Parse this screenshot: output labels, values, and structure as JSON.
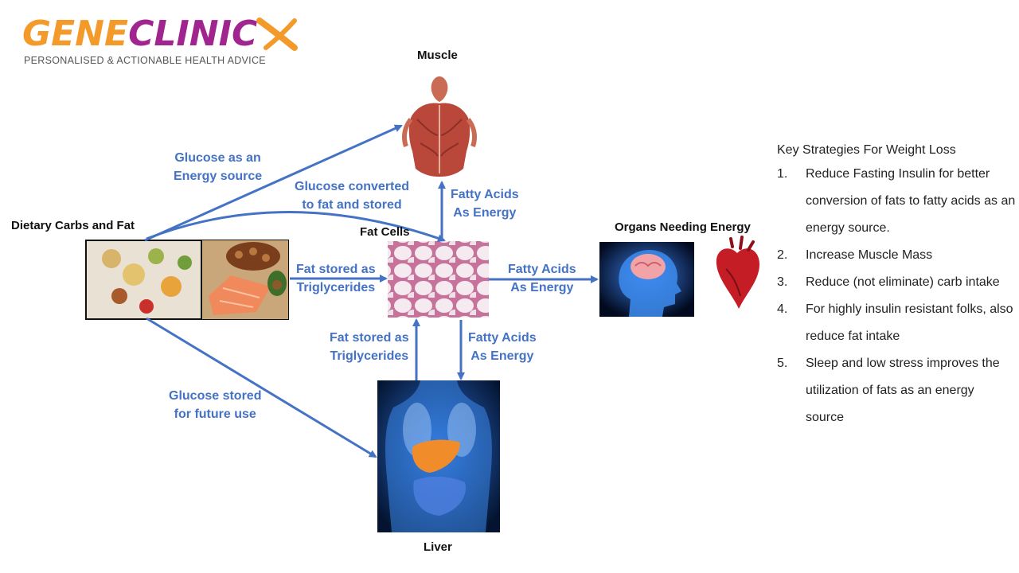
{
  "logo": {
    "gene": "GENE",
    "clinic": "CLINIC",
    "tagline": "PERSONALISED & ACTIONABLE HEALTH ADVICE"
  },
  "nodes": {
    "muscle": "Muscle",
    "dietary": "Dietary Carbs and Fat",
    "fat_cells": "Fat Cells",
    "organs": "Organs Needing Energy",
    "liver": "Liver"
  },
  "edges": {
    "glucose_energy": [
      "Glucose as an",
      "Energy source"
    ],
    "glucose_converted": [
      "Glucose converted",
      "to fat and stored"
    ],
    "fatty_acids_muscle": [
      "Fatty Acids",
      "As Energy"
    ],
    "fat_stored_diet": [
      "Fat stored as",
      "Triglycerides"
    ],
    "fatty_acids_organs": [
      "Fatty Acids",
      "As Energy"
    ],
    "fat_stored_liver": [
      "Fat stored as",
      "Triglycerides"
    ],
    "fatty_acids_liver": [
      "Fatty Acids",
      "As Energy"
    ],
    "glucose_stored": [
      "Glucose stored",
      "for future use"
    ]
  },
  "strategies": {
    "title": "Key Strategies For Weight Loss",
    "items": [
      {
        "num": "1.",
        "text": "Reduce Fasting Insulin for better conversion of fats to fatty acids as an energy source."
      },
      {
        "num": "2.",
        "text": "Increase Muscle Mass"
      },
      {
        "num": "3.",
        "text": "Reduce (not eliminate) carb intake"
      },
      {
        "num": "4.",
        "text": "For highly insulin resistant folks, also reduce fat intake"
      },
      {
        "num": "5.",
        "text": "Sleep and low stress improves the utilization of fats as an energy source"
      }
    ]
  },
  "colors": {
    "arrow": "#4472c4",
    "logo_orange": "#f39a2a",
    "logo_purple": "#a0258e"
  },
  "icons": [
    "muscle-back-image",
    "food-image",
    "fat-cells-image",
    "brain-head-image",
    "heart-image",
    "liver-body-image"
  ]
}
